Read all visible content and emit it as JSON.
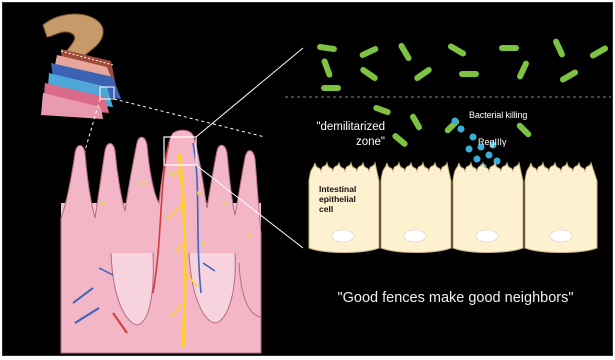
{
  "labels": {
    "demilitarized_zone": "\"demilitarized\nzone\"",
    "bacterial_killing": "Bacterial killing",
    "reg": "RegIIIγ",
    "intestinal_cell": "Intestinal\nepithelial\ncell",
    "quote": "\"Good fences make good neighbors\""
  },
  "colors": {
    "background": "#000000",
    "bacteria": "#7dc242",
    "regiii_dots": "#3aaed8",
    "epithelium": "#fdf1cf",
    "villus_tissue": "#f2b6c7",
    "nerve": "#ffd21f"
  }
}
